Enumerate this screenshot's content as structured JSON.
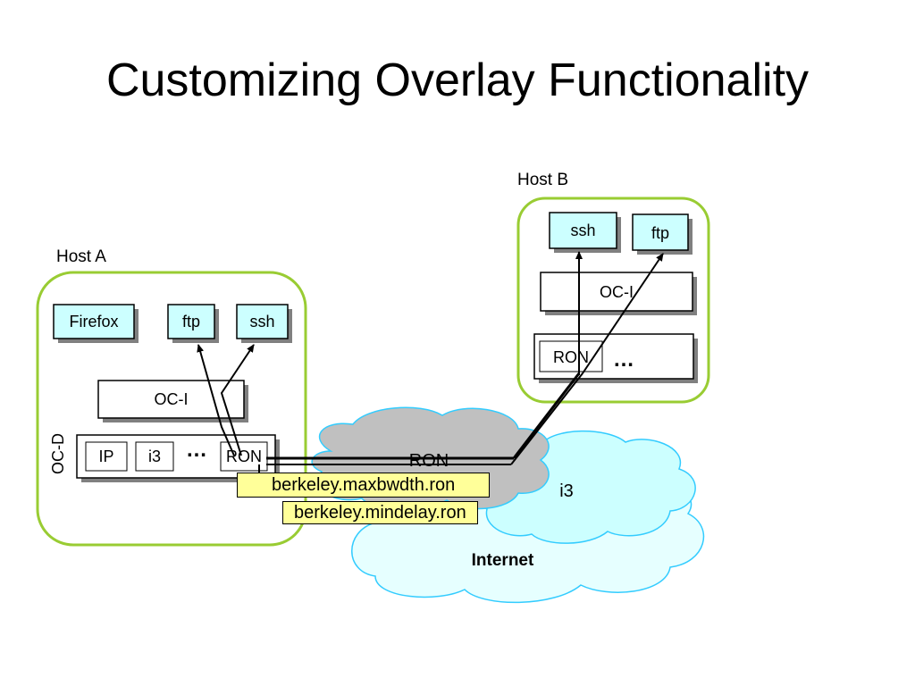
{
  "title": "Customizing Overlay Functionality",
  "host_a": {
    "label": "Host A",
    "apps": [
      "Firefox",
      "ftp",
      "ssh"
    ],
    "oc_i": "OC-I",
    "oc_d": "OC-D",
    "overlays": [
      "IP",
      "i3",
      "…",
      "RON"
    ]
  },
  "host_b": {
    "label": "Host B",
    "apps": [
      "ssh",
      "ftp"
    ],
    "oc_i": "OC-I",
    "overlays": [
      "RON",
      "…"
    ]
  },
  "clouds": {
    "ron": "RON",
    "i3": "i3",
    "internet": "Internet"
  },
  "tags": {
    "first": "berkeley.maxbwdth.ron",
    "second": "berkeley.mindelay.ron"
  },
  "colors": {
    "host_border": "#99cc33",
    "app_fill": "#ccffff",
    "cloud_gray": "#c0c0c0",
    "cloud_blue": "#ccffff",
    "cloud_stroke": "#33ccff",
    "tag_fill": "#ffff99"
  }
}
